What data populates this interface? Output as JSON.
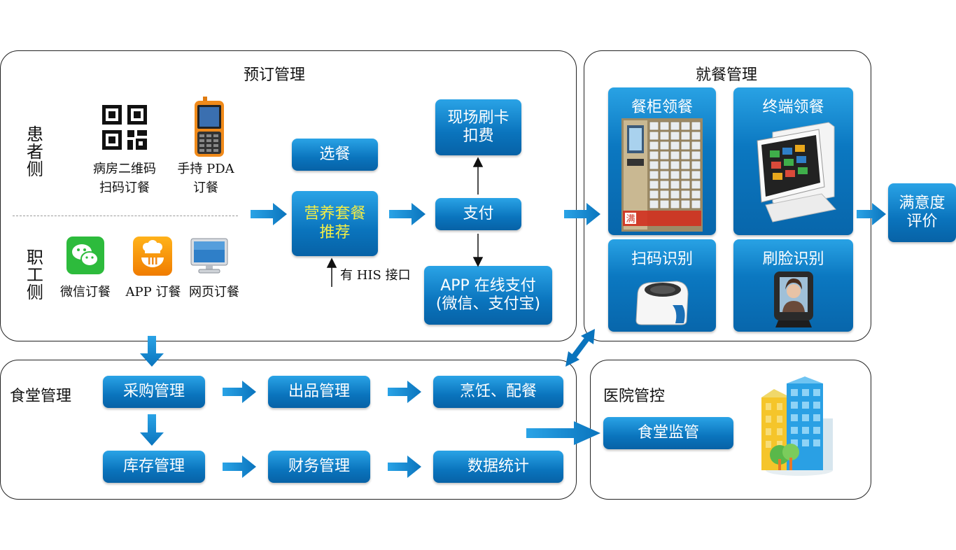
{
  "panels": {
    "booking": {
      "title": "预订管理"
    },
    "dining": {
      "title": "就餐管理"
    },
    "canteen": {
      "title": "食堂管理"
    },
    "hospital": {
      "title": "医院管控"
    }
  },
  "booking": {
    "patient_side": [
      "患",
      "者",
      "侧"
    ],
    "staff_side": [
      "职",
      "工",
      "侧"
    ],
    "qr_label": [
      "病房二维码",
      "扫码订餐"
    ],
    "pda_label": [
      "手持 PDA",
      "订餐"
    ],
    "wechat_label": "微信订餐",
    "app_label": "APP 订餐",
    "web_label": "网页订餐",
    "select_meal": "选餐",
    "nutrition": [
      "营养套餐",
      "推荐"
    ],
    "his_note": "有 HIS 接口",
    "onsite_card": [
      "现场刷卡",
      "扣费"
    ],
    "pay": "支付",
    "app_pay": [
      "APP 在线支付",
      "(微信、支付宝)"
    ]
  },
  "dining": {
    "cabinet": "餐柜领餐",
    "terminal": "终端领餐",
    "scan": "扫码识别",
    "face": "刷脸识别",
    "cabinet_brand": "满"
  },
  "satisfaction": [
    "满意度",
    "评价"
  ],
  "canteen": {
    "purchase": "采购管理",
    "output": "出品管理",
    "cooking": "烹饪、配餐",
    "inventory": "库存管理",
    "finance": "财务管理",
    "statistics": "数据统计"
  },
  "hospital": {
    "supervision": "食堂监管"
  },
  "colors": {
    "accent": "#0a74bd",
    "arrow": "#1a8fd8",
    "highlight": "#f4ee45"
  }
}
